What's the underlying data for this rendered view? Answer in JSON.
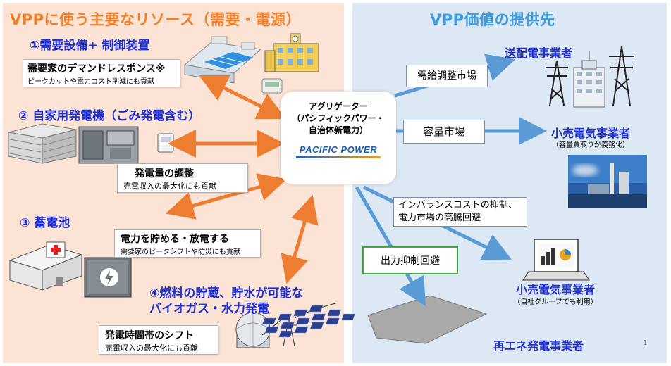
{
  "left_panel": {
    "title": "VPPに使う主要なリソース（需要・電源）",
    "resources": [
      {
        "header": "①需要設備+ 制御装置",
        "callout_main": "需要家のデマンドレスポンス※",
        "callout_sub": "ピークカットや電力コスト削減にも貢献"
      },
      {
        "header": "② 自家用発電機（ごみ発電含む）",
        "callout_main": "発電量の調整",
        "callout_sub": "売電収入の最大化にも貢献"
      },
      {
        "header": "③ 蓄電池",
        "callout_main": "電力を貯める・放電する",
        "callout_sub": "需要家のピークシフトや防災にも貢献"
      },
      {
        "header_line1": "④燃料の貯蔵、貯水が可能な",
        "header_line2": "バイオガス・水力発電",
        "callout_main": "発電時間帯のシフト",
        "callout_sub": "売電収入の最大化にも貢献"
      }
    ]
  },
  "right_panel": {
    "title": "VPP価値の提供先"
  },
  "aggregator": {
    "line1": "アグリゲーター",
    "line2": "（パシフィックパワー・",
    "line3": "自治体新電力）",
    "logo_text": "PACIFIC POWER"
  },
  "markets": {
    "balancing": "需給調整市場",
    "capacity": "容量市場",
    "imbalance_line1": "インバランスコストの抑制、",
    "imbalance_line2": "電力市場の高騰回避",
    "curtailment": "出力抑制回避"
  },
  "destinations": {
    "tso": "送配電事業者",
    "retailer1": "小売電気事業者",
    "retailer1_sub": "（容量買取りが義務化）",
    "retailer2": "小売電気事業者",
    "retailer2_sub": "（自社グループでも利用）",
    "renewable": "再エネ発電事業者"
  },
  "page_number": "1",
  "colors": {
    "left_bg": "#fbe3d6",
    "right_bg": "#dce8f4",
    "left_title": "#f07f28",
    "right_title": "#3a9be0",
    "header_blue": "#1f2fd0",
    "orange_arrow": "#ed7d31",
    "blue_arrow": "#5b9bd5",
    "green_border": "#3caa3c"
  }
}
